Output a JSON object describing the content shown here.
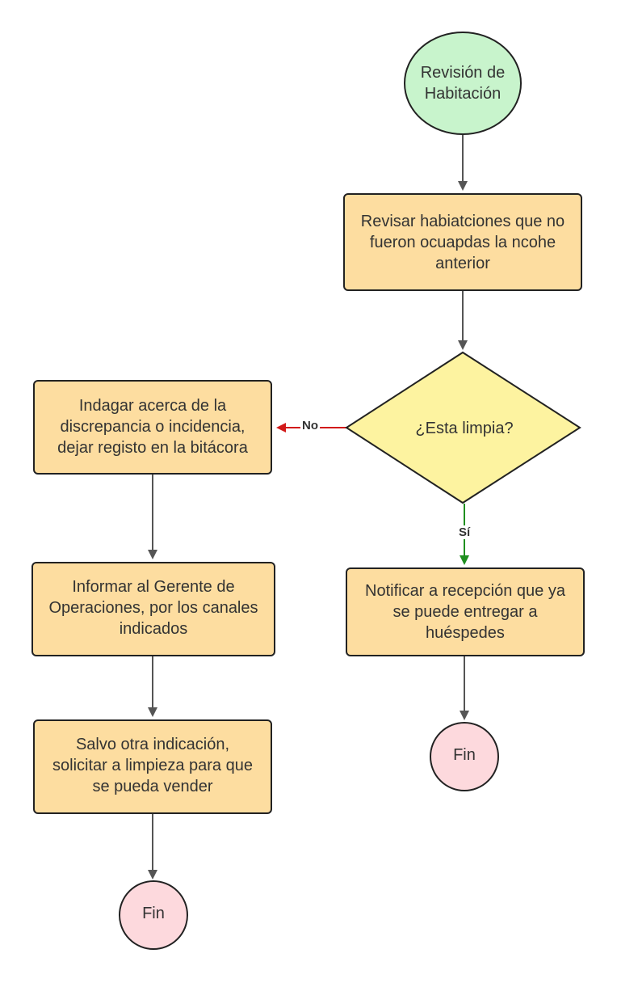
{
  "colors": {
    "start_fill": "#c8f4cc",
    "process_fill": "#fddda0",
    "decision_fill": "#fdf3a0",
    "end_fill": "#fdd9dd",
    "stroke": "#222222",
    "arrow_default": "#555555",
    "arrow_no": "#d21a1a",
    "arrow_yes": "#1f8f1f"
  },
  "nodes": {
    "start": "Revisión de\nHabitación",
    "check_unoccupied": "Revisar habiatciones que no\nfueron ocuapdas la ncohe\nanterior",
    "decision_clean": "¿Esta limpia?",
    "investigate": "Indagar acerca de la\ndiscrepancia o incidencia,\ndejar registo en la bitácora",
    "notify_reception": "Notificar a recepción que ya\nse puede entregar a\nhuéspedes",
    "inform_manager": "Informar al Gerente de\nOperaciones, por los canales\nindicados",
    "request_cleaning": "Salvo otra indicación,\nsolicitar a limpieza para que\nse pueda vender",
    "end_right": "Fin",
    "end_left": "Fin"
  },
  "edges": {
    "no_label": "No",
    "yes_label": "Sí"
  }
}
